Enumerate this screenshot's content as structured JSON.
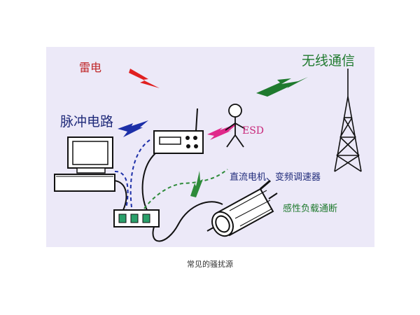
{
  "labels": {
    "lightning": "雷电",
    "wireless": "无线通信",
    "pulse_circuit": "脉冲电路",
    "esd": "ESD",
    "motor": "直流电机、变频调速器",
    "inductive": "感性负载通断"
  },
  "caption": "常见的骚扰源",
  "colors": {
    "panel_bg": "#ece9f8",
    "lightning_red": "#e02020",
    "wireless_green": "#1f7a2e",
    "pulse_blue": "#1c2fa8",
    "esd_pink": "#e0288a",
    "motor_green": "#2e8b3a",
    "module_green": "#2aa06a",
    "cable": "#111111",
    "dashed_blue": "#1c2fa8",
    "dashed_green": "#2e8b3a"
  },
  "icons": [
    "lightning-bolt-icon",
    "wireless-bolt-icon",
    "pulse-bolt-icon",
    "esd-bolt-icon",
    "motor-bolt-icon",
    "computer-monitor-icon",
    "instrument-box-icon",
    "switch-box-icon",
    "stick-figure-icon",
    "radio-tower-icon",
    "dc-motor-icon"
  ]
}
